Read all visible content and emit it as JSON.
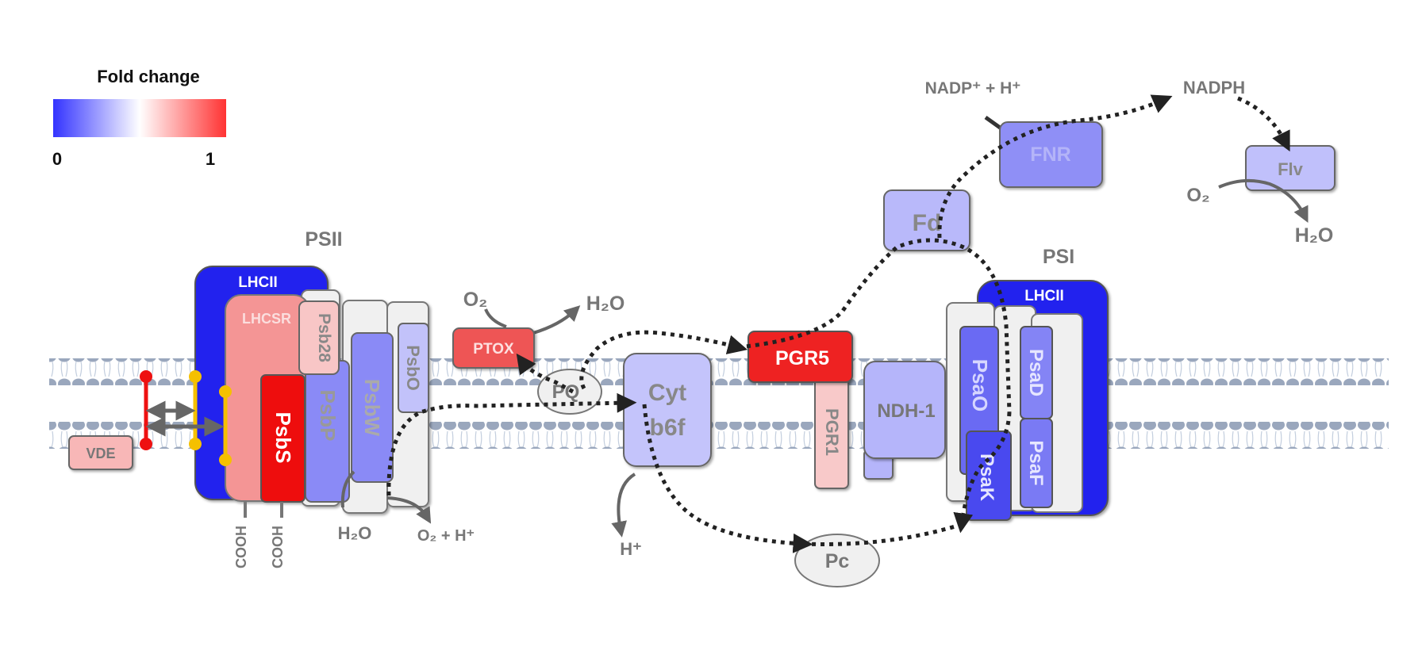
{
  "legend": {
    "title": "Fold change",
    "min_label": "0",
    "max_label": "1",
    "colors": {
      "low": "#3333ff",
      "mid": "#ffffff",
      "high": "#ff3333"
    }
  },
  "complexes": {
    "psii": "PSII",
    "psi": "PSI"
  },
  "proteins": {
    "lhcii_psii": {
      "label": "LHCII",
      "color": "#2222ee"
    },
    "lhcsr": {
      "label": "LHCSR",
      "color": "#f49595"
    },
    "psb28": {
      "label": "Psb28",
      "color": "#f8c6c6"
    },
    "psbs": {
      "label": "PsbS",
      "color": "#ee1111"
    },
    "psbp": {
      "label": "PsbP",
      "color": "#8a8af6"
    },
    "psbw": {
      "label": "PsbW",
      "color": "#8a8af6"
    },
    "psbo_psii": {
      "label": "PsbO",
      "color": "#c2c2fa"
    },
    "vde": {
      "label": "VDE",
      "color": "#f8b7b7"
    },
    "ptox": {
      "label": "PTOX",
      "color": "#ee5555"
    },
    "cytb6f": {
      "label_line1": "Cyt",
      "label_line2": "b6f",
      "color": "#c4c4fb"
    },
    "pgr5": {
      "label": "PGR5",
      "color": "#ee2222"
    },
    "pgr1": {
      "label": "PGR1",
      "color": "#f8c9c9"
    },
    "ndh1": {
      "label": "NDH-1",
      "color": "#b5b5fa"
    },
    "lhcii_psi": {
      "label": "LHCII",
      "color": "#2222ee"
    },
    "psao": {
      "label": "PsaO",
      "color": "#6b6bf3"
    },
    "psad": {
      "label": "PsaD",
      "color": "#8484f5"
    },
    "psaf": {
      "label": "PsaF",
      "color": "#7a7af4"
    },
    "psak": {
      "label": "PsaK",
      "color": "#4848ef"
    },
    "fd": {
      "label": "Fd",
      "color": "#b9b9fa"
    },
    "fnr": {
      "label": "FNR",
      "color": "#8f8ff6"
    },
    "flv": {
      "label": "Flv",
      "color": "#c0c0fb"
    }
  },
  "carriers": {
    "pq": "PQ",
    "pc": "Pc"
  },
  "text_labels": {
    "cooh": "COOH",
    "h2o_psii": "H₂O",
    "o2_h_psii": "O₂ + H⁺",
    "o2_ptox": "O₂",
    "h2o_ptox": "H₂O",
    "h_cyt": "H⁺",
    "nadp": "NADP⁺ + H⁺",
    "nadph": "NADPH",
    "o2_flv": "O₂",
    "h2o_flv": "H₂O"
  }
}
